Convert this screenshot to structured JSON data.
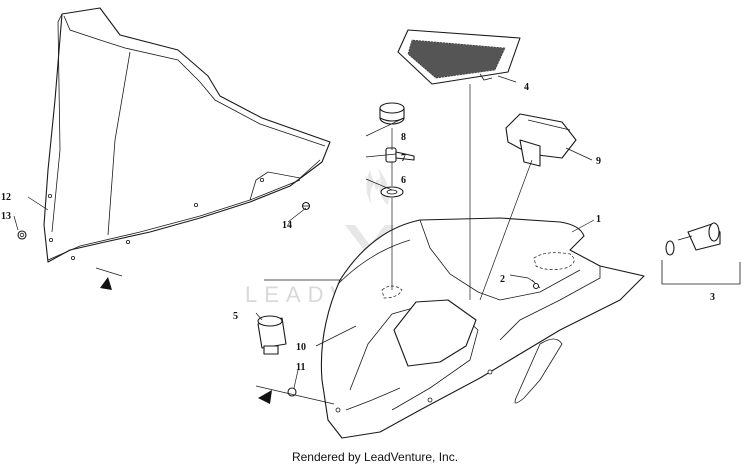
{
  "watermark": {
    "text": "LEADVENTURE"
  },
  "callouts": [
    {
      "id": "1",
      "label": "1"
    },
    {
      "id": "2",
      "label": "2"
    },
    {
      "id": "3",
      "label": "3"
    },
    {
      "id": "4",
      "label": "4"
    },
    {
      "id": "5",
      "label": "5"
    },
    {
      "id": "6",
      "label": "6"
    },
    {
      "id": "7",
      "label": "7"
    },
    {
      "id": "8",
      "label": "8"
    },
    {
      "id": "9",
      "label": "9"
    },
    {
      "id": "10",
      "label": "10"
    },
    {
      "id": "11",
      "label": "11"
    },
    {
      "id": "12",
      "label": "12"
    },
    {
      "id": "13",
      "label": "13"
    },
    {
      "id": "14",
      "label": "14"
    }
  ],
  "footer": {
    "text": "Rendered by LeadVenture, Inc."
  }
}
